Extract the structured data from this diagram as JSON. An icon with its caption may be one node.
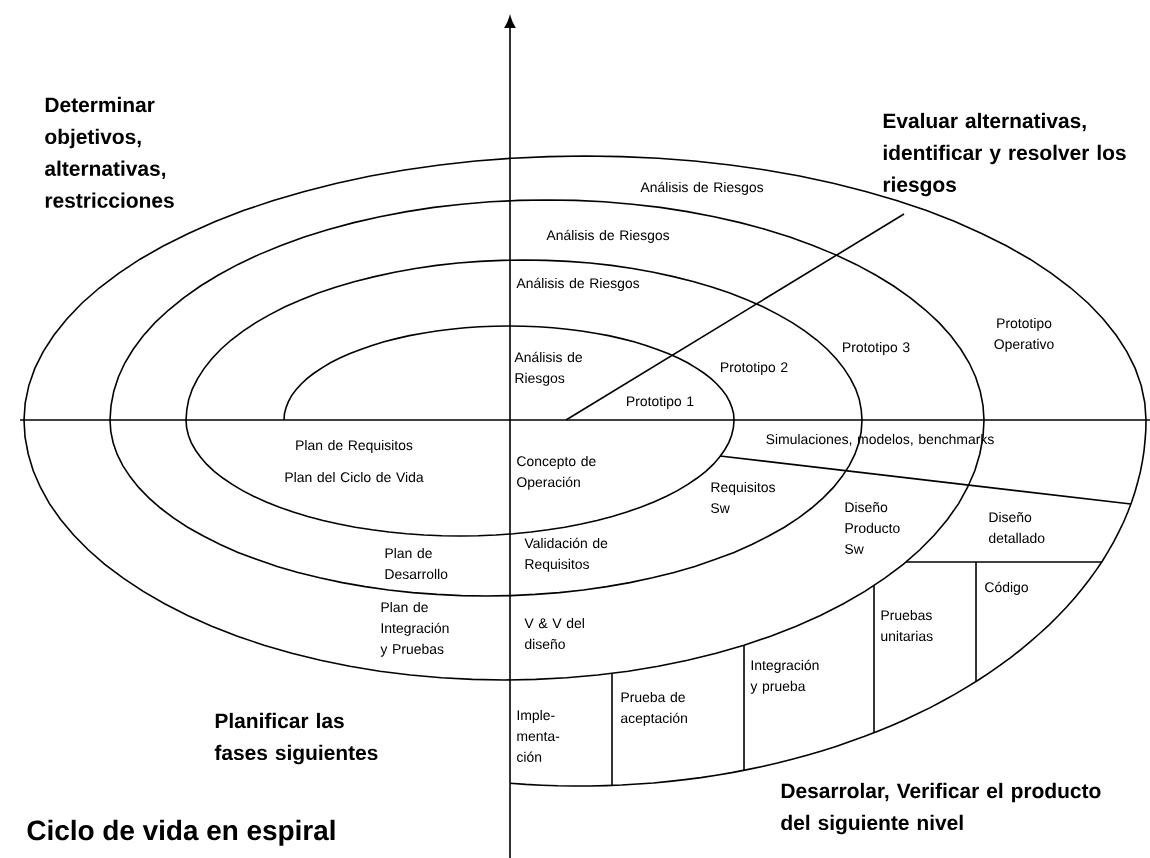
{
  "diagram": {
    "caption": "Ciclo de vida en espiral",
    "labels": [
      "Determinar objetivos, alternativas, restricciones",
      "Evaluar alternativas, identificar y resolver los riesgos",
      "Análisis de Riesgos",
      "Análisis de Riesgos",
      "Análisis de Riesgos",
      "Análisis de Riesgos",
      "Prototipo 1",
      "Prototipo 2",
      "Prototipo 3",
      "Prototipo Operativo",
      "Plan de Requisitos",
      "Plan del Ciclo de Vida",
      "Concepto de Operación",
      "Simulaciones, modelos, benchmarks",
      "Requisitos Sw",
      "Diseño Producto Sw",
      "Plan de Desarrollo",
      "Validación de Requisitos",
      "Diseño detallado",
      "Código",
      "Plan de Integración y Pruebas",
      "V & V del diseño",
      "Pruebas unitarias",
      "Integración y prueba",
      "Planificar las fases siguientes",
      "Imple- menta- ción",
      "Prueba de aceptación",
      "Desarrolar, Verificar el producto del siguiente nivel"
    ]
  }
}
